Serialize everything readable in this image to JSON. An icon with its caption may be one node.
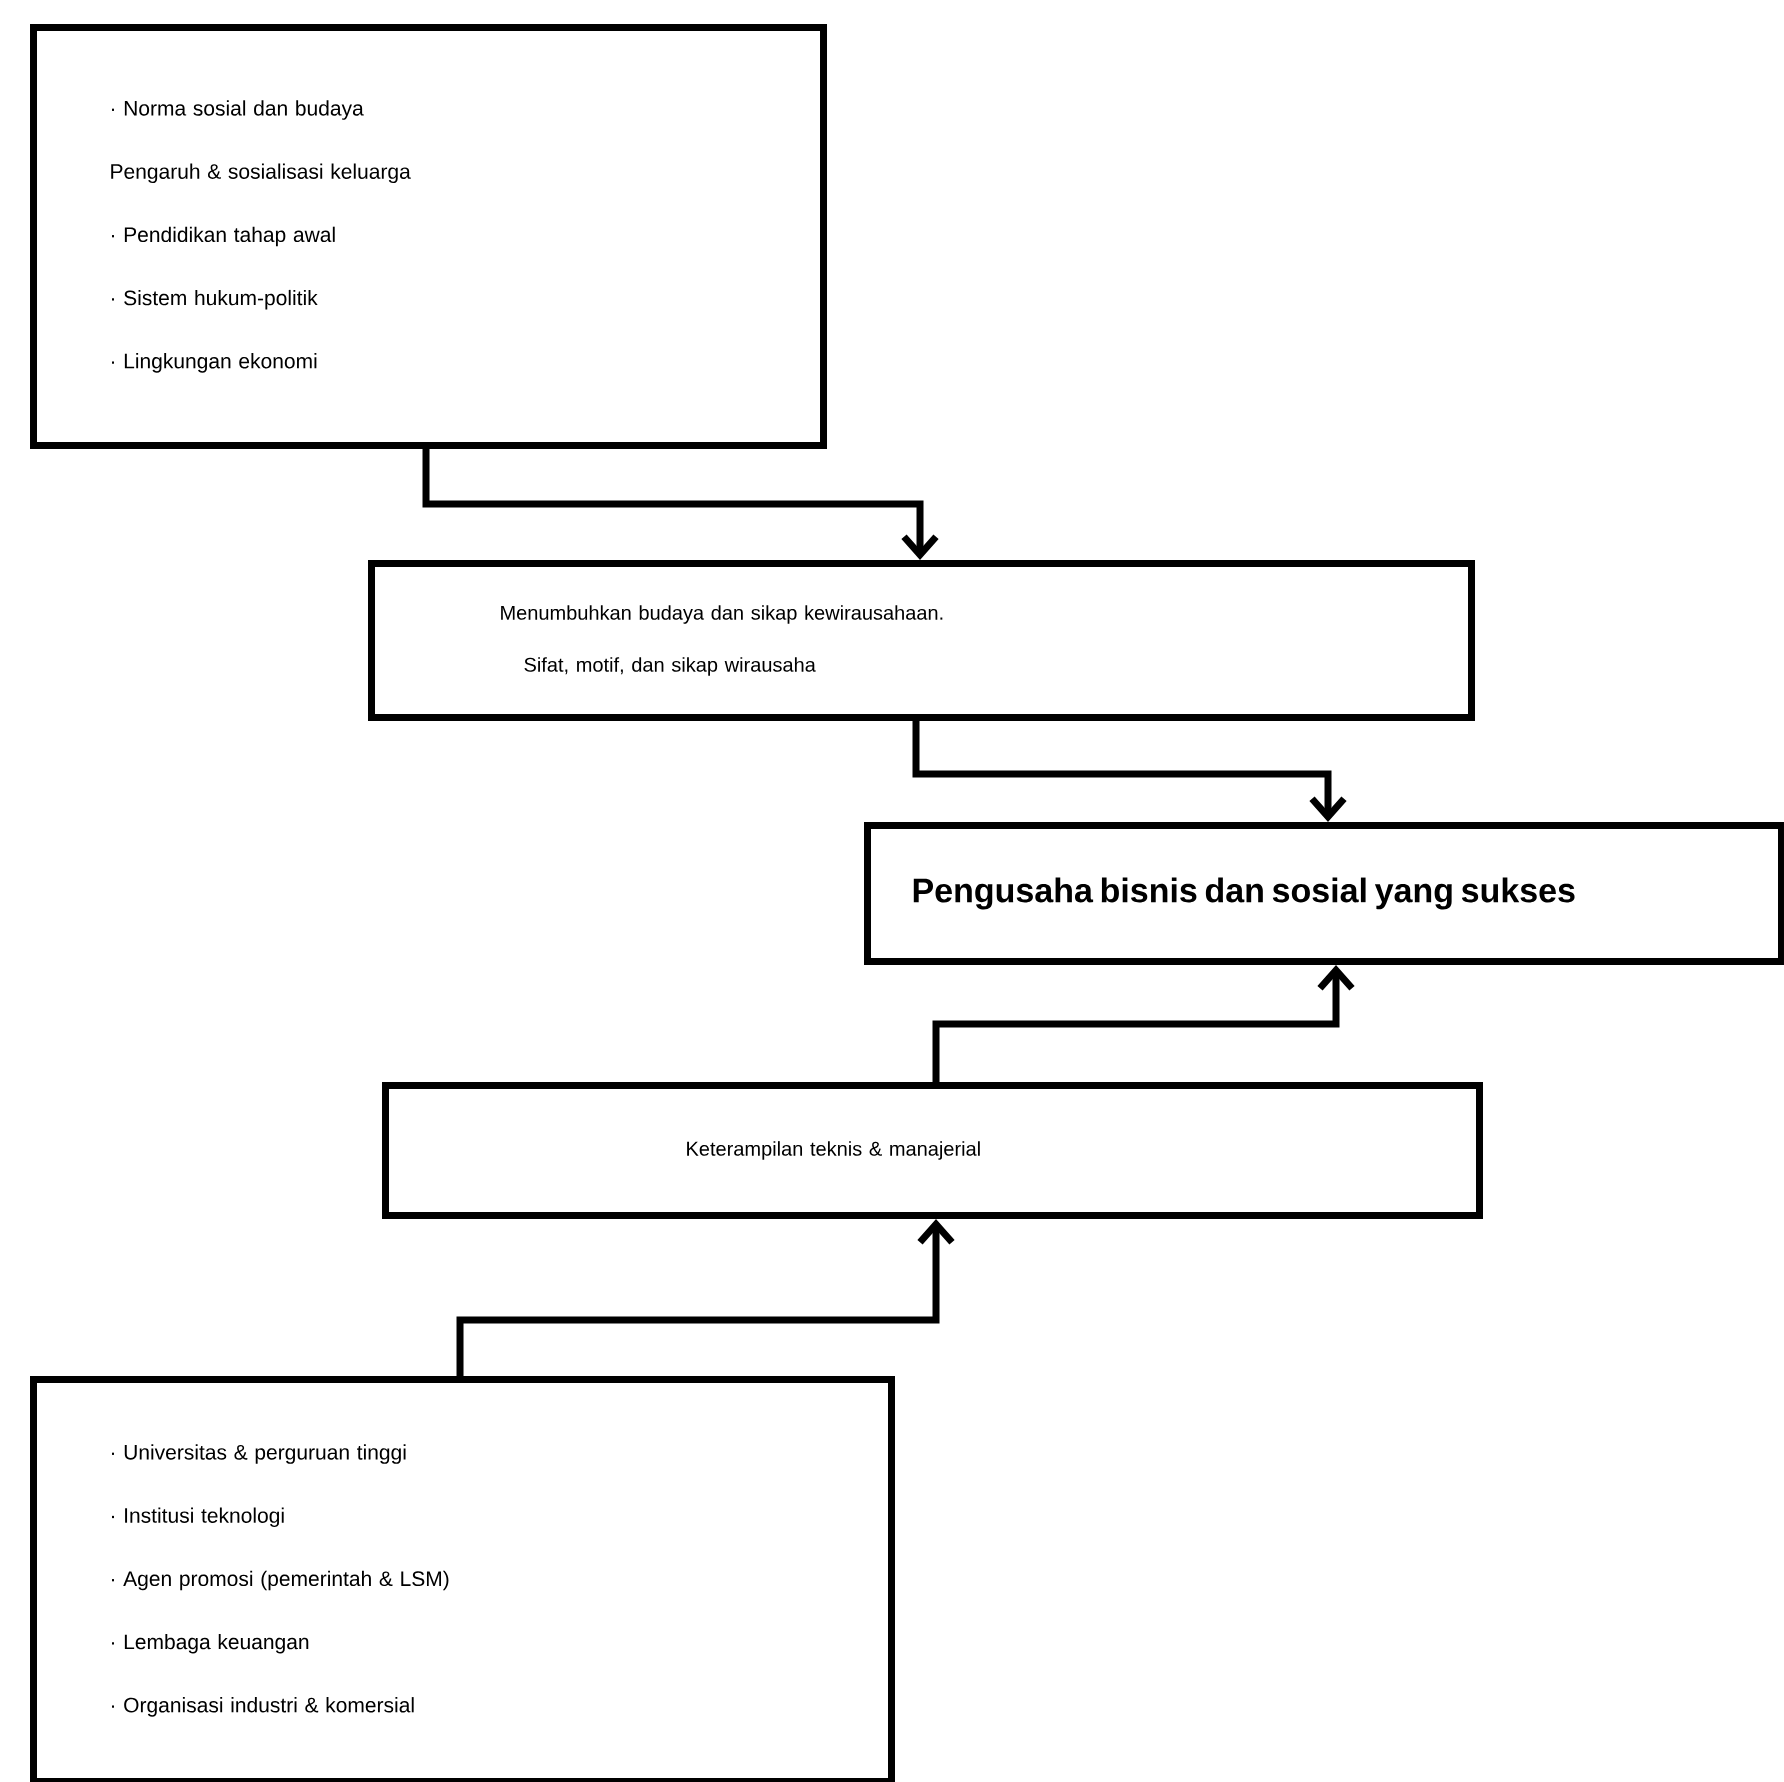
{
  "diagram": {
    "nodes": [
      {
        "text": [
          "· Norma sosial dan budaya",
          "Pengaruh & sosialisasi keluarga",
          "· Pendidikan tahap awal",
          "· Sistem hukum-politik",
          "· Lingkungan ekonomi"
        ]
      },
      {
        "text": [
          "Menumbuhkan budaya dan sikap kewirausahaan.",
          "Sifat, motif, dan sikap wirausaha"
        ]
      },
      {
        "text": [
          "Pengusaha bisnis dan sosial yang sukses"
        ]
      },
      {
        "text": [
          "Keterampilan teknis & manajerial"
        ]
      },
      {
        "text": [
          "· Universitas & perguruan tinggi",
          "· Institusi teknologi",
          "· Agen promosi (pemerintah & LSM)",
          "· Lembaga keuangan",
          "· Organisasi industri & komersial"
        ]
      }
    ],
    "edges": [
      {
        "from": 0,
        "to": 1,
        "arrow": "to"
      },
      {
        "from": 1,
        "to": 2,
        "arrow": "to"
      },
      {
        "from": 3,
        "to": 2,
        "arrow": "to"
      },
      {
        "from": 4,
        "to": 3,
        "arrow": "to"
      }
    ]
  }
}
